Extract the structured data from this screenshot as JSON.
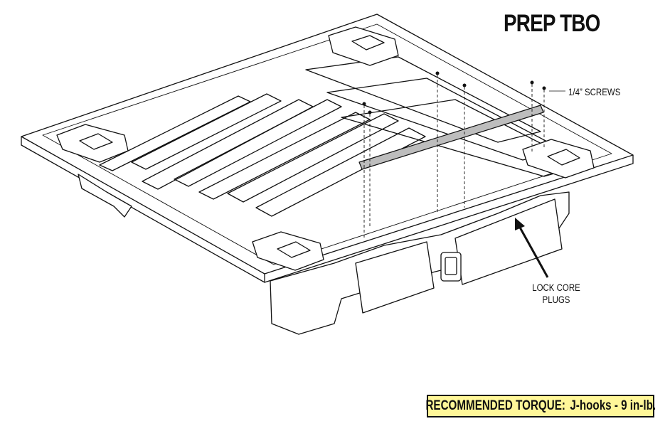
{
  "title": "PREP TBO",
  "callouts": {
    "screws": "1/4” SCREWS",
    "lock_core_line1": "LOCK CORE",
    "lock_core_line2": "PLUGS"
  },
  "torque": {
    "label": "RECOMMENDED TORQUE:",
    "value": "J-hooks - 9 in-lb.",
    "background": "#fff799"
  }
}
